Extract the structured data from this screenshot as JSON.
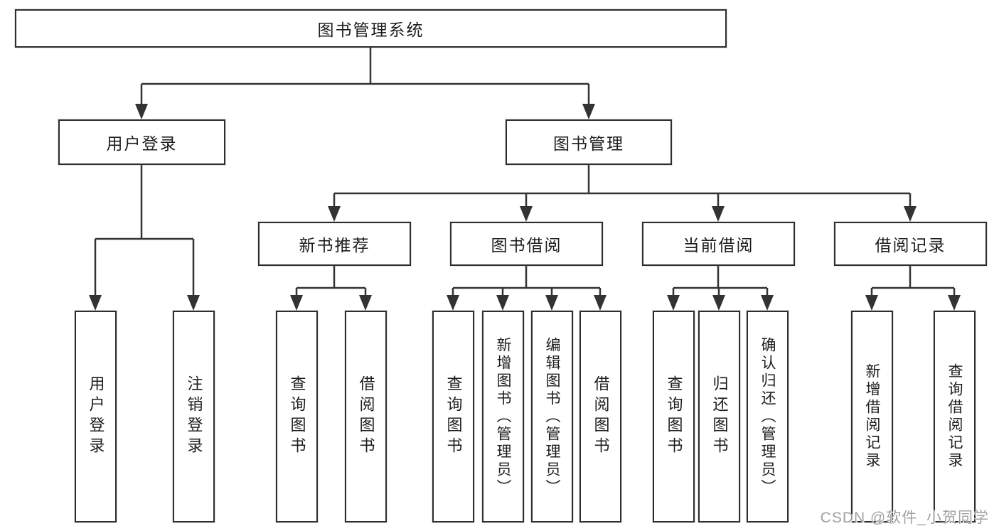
{
  "diagram": {
    "type": "hierarchy-tree",
    "colors": {
      "line": "#333333",
      "box_border": "#2e2e2e",
      "box_background": "#ffffff",
      "text": "#1d1d1d",
      "watermark": "#919191"
    },
    "root": {
      "label": "图书管理系统",
      "children": [
        {
          "label": "用户登录",
          "children": [
            {
              "label": "用户登录"
            },
            {
              "label": "注销登录"
            }
          ]
        },
        {
          "label": "图书管理",
          "children": [
            {
              "label": "新书推荐",
              "children": [
                {
                  "label": "查询图书"
                },
                {
                  "label": "借阅图书"
                }
              ]
            },
            {
              "label": "图书借阅",
              "children": [
                {
                  "label": "查询图书"
                },
                {
                  "label": "新增图书（管理员）"
                },
                {
                  "label": "编辑图书（管理员）"
                },
                {
                  "label": "借阅图书"
                }
              ]
            },
            {
              "label": "当前借阅",
              "children": [
                {
                  "label": "查询图书"
                },
                {
                  "label": "归还图书"
                },
                {
                  "label": "确认归还（管理员）"
                }
              ]
            },
            {
              "label": "借阅记录",
              "children": [
                {
                  "label": "新增借阅记录"
                },
                {
                  "label": "查询借阅记录"
                }
              ]
            }
          ]
        }
      ]
    },
    "watermark": "CSDN @软件_小贺同学"
  }
}
